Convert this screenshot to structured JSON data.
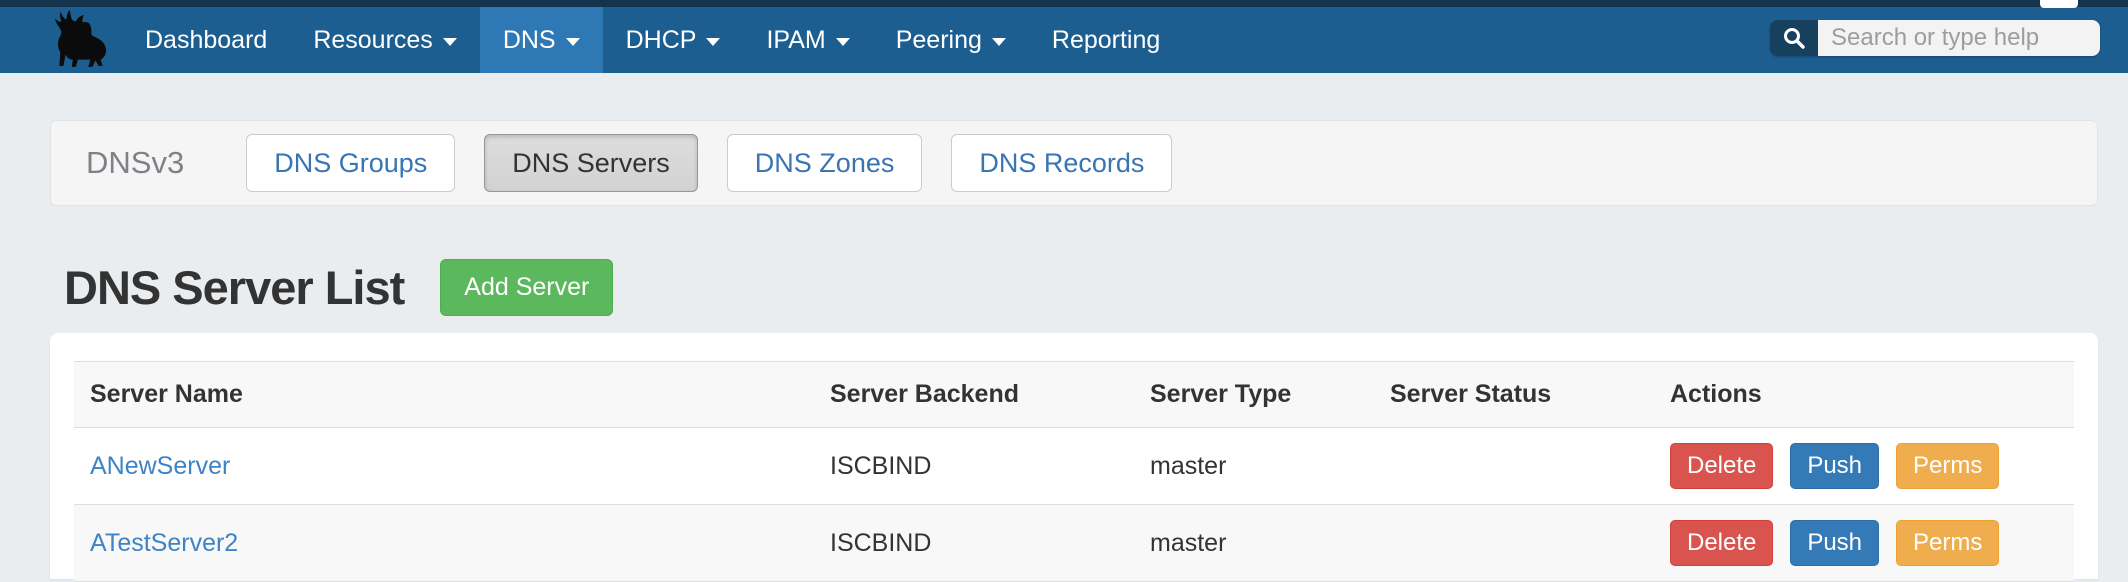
{
  "navbar": {
    "items": [
      {
        "label": "Dashboard",
        "caret": false,
        "active": false
      },
      {
        "label": "Resources",
        "caret": true,
        "active": false
      },
      {
        "label": "DNS",
        "caret": true,
        "active": true
      },
      {
        "label": "DHCP",
        "caret": true,
        "active": false
      },
      {
        "label": "IPAM",
        "caret": true,
        "active": false
      },
      {
        "label": "Peering",
        "caret": true,
        "active": false
      },
      {
        "label": "Reporting",
        "caret": false,
        "active": false
      }
    ],
    "search_placeholder": "Search or type help"
  },
  "module_bar": {
    "title": "DNSv3",
    "tabs": [
      {
        "label": "DNS Groups",
        "active": false
      },
      {
        "label": "DNS Servers",
        "active": true
      },
      {
        "label": "DNS Zones",
        "active": false
      },
      {
        "label": "DNS Records",
        "active": false
      }
    ]
  },
  "page": {
    "title": "DNS Server List",
    "add_button_label": "Add Server"
  },
  "table": {
    "columns": [
      "Server Name",
      "Server Backend",
      "Server Type",
      "Server Status",
      "Actions"
    ],
    "rows": [
      {
        "name": "ANewServer",
        "backend": "ISCBIND",
        "type": "master",
        "status": "",
        "actions": {
          "delete": "Delete",
          "push": "Push",
          "perms": "Perms"
        }
      },
      {
        "name": "ATestServer2",
        "backend": "ISCBIND",
        "type": "master",
        "status": "",
        "actions": {
          "delete": "Delete",
          "push": "Push",
          "perms": "Perms"
        }
      }
    ]
  },
  "colors": {
    "top_strip": "#14344e",
    "navbar": "#1d5e91",
    "navbar_active": "#2e79b5",
    "search_icon_box": "#16405e",
    "page_background": "#e9edf0",
    "accent_green": "#5cb85c",
    "btn_delete": "#d9534f",
    "btn_push": "#337ab7",
    "btn_perms": "#f0ad4e",
    "link": "#3f83c6"
  }
}
